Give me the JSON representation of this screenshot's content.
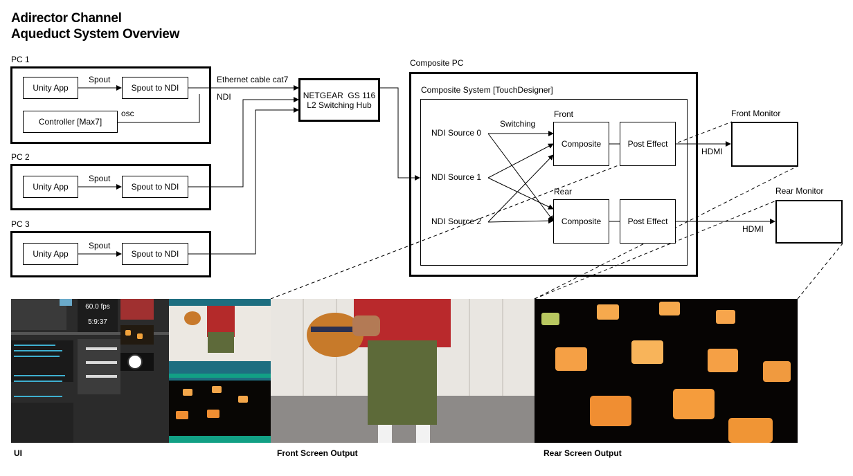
{
  "title": {
    "line1": "Adirector Channel",
    "line2": "Aqueduct System Overview"
  },
  "pcs": [
    {
      "name": "PC 1",
      "app": "Unity App",
      "link": "Spout",
      "converter": "Spout to NDI",
      "controller": "Controller [Max7]",
      "controller_link": "osc"
    },
    {
      "name": "PC 2",
      "app": "Unity App",
      "link": "Spout",
      "converter": "Spout to NDI"
    },
    {
      "name": "PC 3",
      "app": "Unity App",
      "link": "Spout",
      "converter": "Spout to NDI"
    }
  ],
  "network": {
    "cable": "Ethernet cable cat7",
    "protocol": "NDI",
    "hub_line1": "NETGEAR  GS 116",
    "hub_line2": "L2 Switching Hub"
  },
  "composite": {
    "pc_label": "Composite PC",
    "system_label": "Composite System [TouchDesigner]",
    "sources": [
      "NDI Source 0",
      "NDI Source 1",
      "NDI Source 2"
    ],
    "switching": "Switching",
    "front": {
      "label": "Front",
      "composite": "Composite",
      "post": "Post Effect"
    },
    "rear": {
      "label": "Rear",
      "composite": "Composite",
      "post": "Post Effect"
    }
  },
  "outputs": {
    "hdmi": "HDMI",
    "front_monitor": "Front Monitor",
    "rear_monitor": "Rear Monitor"
  },
  "ui_panel": {
    "fps": "60.0 fps",
    "time": "5:9:37"
  },
  "captions": {
    "ui": "UI",
    "front": "Front Screen Output",
    "rear": "Rear Screen Output"
  }
}
